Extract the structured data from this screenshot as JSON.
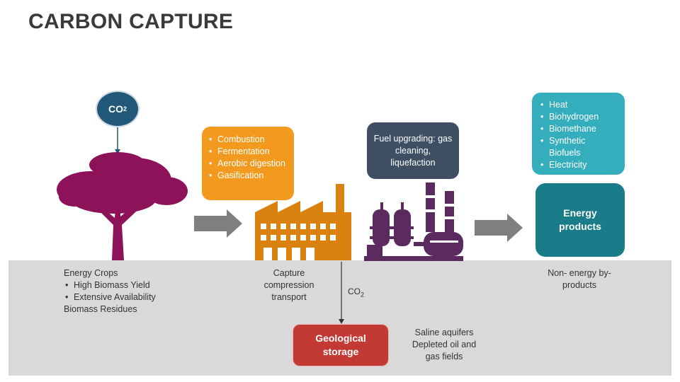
{
  "title": "CARBON CAPTURE",
  "co2_bubble": {
    "main": "CO",
    "sub": "2"
  },
  "process_box": {
    "items": [
      "Combustion",
      "Fermentation",
      "Aerobic digestion",
      "Gasification"
    ]
  },
  "fuel_box": {
    "text": "Fuel upgrading: gas cleaning, liquefaction"
  },
  "uses_box": {
    "items": [
      "Heat",
      "Biohydrogen",
      "Biomethane",
      "Synthetic Biofuels",
      "Electricity"
    ]
  },
  "energy_products": {
    "line1": "Energy",
    "line2": "products"
  },
  "crops": {
    "heading": "Energy Crops",
    "items": [
      "High Biomass Yield",
      "Extensive Availability"
    ],
    "footer": "Biomass Residues"
  },
  "capture_text": {
    "line1": "Capture",
    "line2": "compression",
    "line3": "transport"
  },
  "co2_label": {
    "main": "CO",
    "sub": "2"
  },
  "geological": {
    "line1": "Geological",
    "line2": "storage"
  },
  "saline": {
    "line1": "Saline aquifers",
    "line2": "Depleted oil and",
    "line3": "gas fields"
  },
  "non_energy": {
    "line1": "Non- energy by-",
    "line2": "products"
  },
  "colors": {
    "tree": "#8e1259",
    "factory": "#d9820f",
    "plant": "#5b2a5e",
    "arrow": "#7f7f7f",
    "co2_bubble": "#21587a",
    "orange_box": "#f39a1e",
    "slate_box": "#3e4f63",
    "teal_box": "#34aebd",
    "energy_box": "#1a7c88",
    "geo_box": "#c33a35",
    "ground": "#d9d9d9"
  }
}
